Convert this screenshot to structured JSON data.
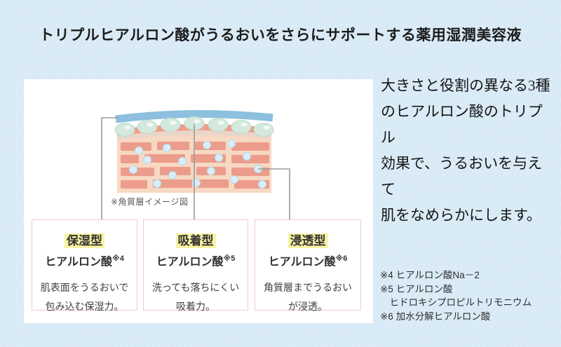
{
  "title": "トリプルヒアルロン酸がうるおいをさらにサポートする薬用湿潤美容液",
  "diagram": {
    "caption": "※角質層イメージ図",
    "boxes": [
      {
        "type_label": "保湿型",
        "ingredient": "ヒアルロン酸",
        "footnote_ref": "※4",
        "desc_line1": "肌表面をうるおいで",
        "desc_line2": "包み込む保湿力。"
      },
      {
        "type_label": "吸着型",
        "ingredient": "ヒアルロン酸",
        "footnote_ref": "※5",
        "desc_line1": "洗っても落ちにくい",
        "desc_line2": "吸着力。"
      },
      {
        "type_label": "浸透型",
        "ingredient": "ヒアルロン酸",
        "footnote_ref": "※6",
        "desc_line1": "角質層までうるおい",
        "desc_line2": "が浸透。"
      }
    ]
  },
  "description": {
    "line1": "大きさと役割の異なる3種",
    "line2": "のヒアルロン酸のトリプル",
    "line3": "効果で、うるおいを与えて",
    "line4": "肌をなめらかにします。"
  },
  "footnotes": {
    "line1": "※4 ヒアルロン酸Na－2",
    "line2": "※5 ヒアルロン酸",
    "line3": "　ヒドロキシプロピルトリモニウム",
    "line4": "※6 加水分解ヒアルロン酸"
  },
  "colors": {
    "background": "#d8eaf6",
    "panel": "#ffffff",
    "box_border": "#f5c8cd",
    "highlight_yellow": "#f9f2a2",
    "connector_gray": "#9b9b9b",
    "moisture_band_blue": "#8cc0de",
    "skin_surface_salmon": "#ee9e8b",
    "skin_peach": "#f7d8c2",
    "brick_salmon": "#ec9c8b",
    "droplet_green": "#d4e9dd",
    "droplet_blue": "#d9eef8",
    "title_text": "#1c1c1c"
  }
}
